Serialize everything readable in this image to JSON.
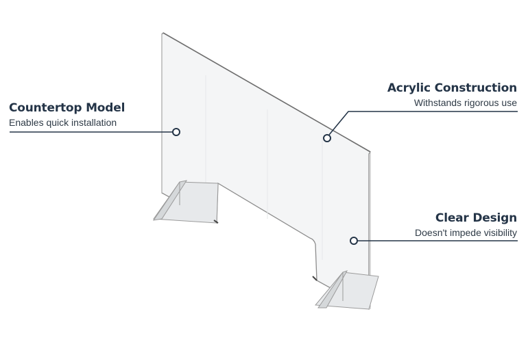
{
  "callouts": {
    "left": {
      "title": "Countertop Model",
      "desc": "Enables quick installation"
    },
    "right_top": {
      "title": "Acrylic Construction",
      "desc": "Withstands rigorous use"
    },
    "right_bottom": {
      "title": "Clear Design",
      "desc": "Doesn't impede visibility"
    }
  },
  "colors": {
    "text": "#243447",
    "leader": "#243447",
    "outline": "#8c8c8c",
    "panel_fill": "#f4f5f6"
  }
}
